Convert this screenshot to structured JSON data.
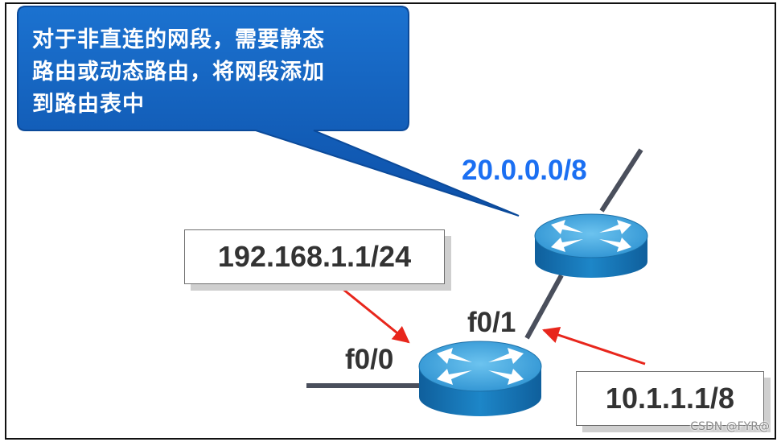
{
  "callout": {
    "text": "对于非直连的网段，需要静态\n路由或动态路由，将网段添加\n到路由表中"
  },
  "networks": {
    "remote": "20.0.0.0/8",
    "f0_0_ip": "192.168.1.1/24",
    "f0_1_ip": "10.1.1.1/8"
  },
  "interfaces": {
    "f0_1": "f0/1",
    "f0_0": "f0/0"
  },
  "watermark": "CSDN @FYR@",
  "colors": {
    "callout_blue": "#1460c0",
    "network_label_blue": "#1b6ff2",
    "router_body": "#1e7ec0",
    "router_top": "#4aa8dc",
    "link_gray": "#4a4f5c",
    "arrow_red": "#e8261c"
  },
  "icons": {
    "router_top": "router-icon",
    "router_bottom": "router-icon"
  }
}
